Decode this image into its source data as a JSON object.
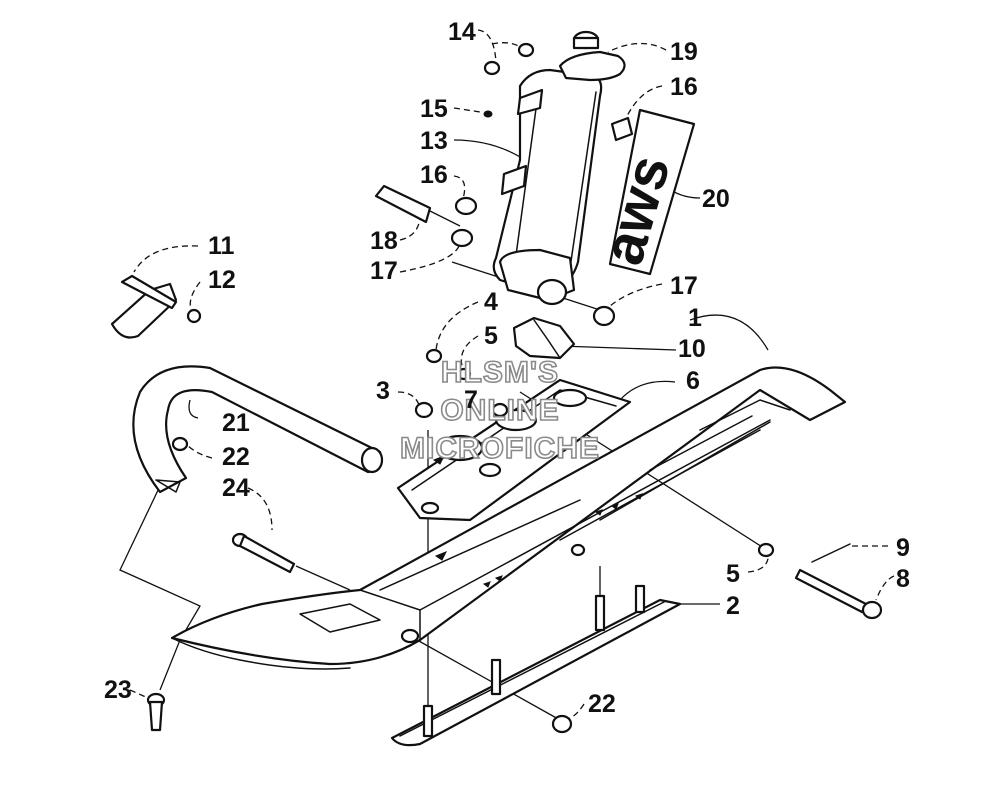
{
  "diagram": {
    "watermark": [
      "HLSM'S",
      "ONLINE",
      "MICROFICHE"
    ],
    "decal_text": "aws",
    "callouts": [
      {
        "id": "c14",
        "label": "14"
      },
      {
        "id": "c19",
        "label": "19"
      },
      {
        "id": "c16a",
        "label": "16"
      },
      {
        "id": "c15",
        "label": "15"
      },
      {
        "id": "c13",
        "label": "13"
      },
      {
        "id": "c16b",
        "label": "16"
      },
      {
        "id": "c20",
        "label": "20"
      },
      {
        "id": "c18",
        "label": "18"
      },
      {
        "id": "c17a",
        "label": "17"
      },
      {
        "id": "c11",
        "label": "11"
      },
      {
        "id": "c12",
        "label": "12"
      },
      {
        "id": "c4",
        "label": "4"
      },
      {
        "id": "c17b",
        "label": "17"
      },
      {
        "id": "c1",
        "label": "1"
      },
      {
        "id": "c5a",
        "label": "5"
      },
      {
        "id": "c10",
        "label": "10"
      },
      {
        "id": "c3",
        "label": "3"
      },
      {
        "id": "c7",
        "label": "7"
      },
      {
        "id": "c6",
        "label": "6"
      },
      {
        "id": "c21",
        "label": "21"
      },
      {
        "id": "c22a",
        "label": "22"
      },
      {
        "id": "c24",
        "label": "24"
      },
      {
        "id": "c9",
        "label": "9"
      },
      {
        "id": "c5b",
        "label": "5"
      },
      {
        "id": "c8",
        "label": "8"
      },
      {
        "id": "c2",
        "label": "2"
      },
      {
        "id": "c23",
        "label": "23"
      },
      {
        "id": "c22b",
        "label": "22"
      }
    ]
  }
}
